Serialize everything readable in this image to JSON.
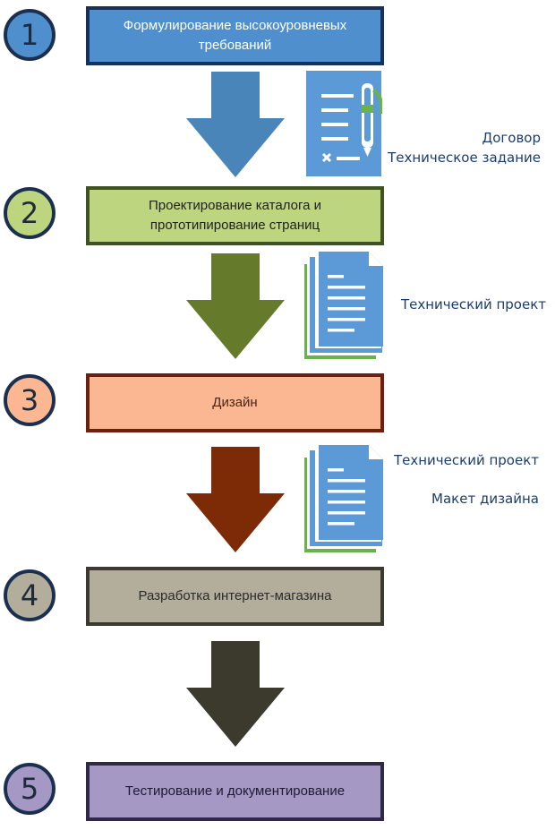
{
  "steps": [
    {
      "number": "1",
      "title": "Формулирование высокоуровневых требований",
      "fill": "#4f8fce",
      "border": "#16325c",
      "circle_fill": "#4f8fce",
      "text_color": "#ffffff"
    },
    {
      "number": "2",
      "title": "Проектирование каталога и прототипирование страниц",
      "fill": "#bcd57e",
      "border": "#3e5222",
      "circle_fill": "#bcd57e",
      "text_color": "#222222"
    },
    {
      "number": "3",
      "title": "Дизайн",
      "fill": "#fbb791",
      "border": "#6b2010",
      "circle_fill": "#fbb791",
      "text_color": "#4a2518"
    },
    {
      "number": "4",
      "title": "Разработка интернет-магазина",
      "fill": "#b2ae9b",
      "border": "#3c3a30",
      "circle_fill": "#b2ae9b",
      "text_color": "#2b2b2b"
    },
    {
      "number": "5",
      "title": "Тестирование и документирование",
      "fill": "#a598c5",
      "border": "#2f2846",
      "circle_fill": "#a598c5",
      "text_color": "#1f1a30"
    }
  ],
  "arrows": [
    {
      "color": "#4a85b9"
    },
    {
      "color": "#667a2b"
    },
    {
      "color": "#7d2a06"
    },
    {
      "color": "#3c3a2c"
    }
  ],
  "deliverables": [
    {
      "icon": "contract-document-icon",
      "lines": [
        "Договор",
        "Техническое задание"
      ]
    },
    {
      "icon": "document-stack-icon",
      "lines": [
        "Технический проект"
      ]
    },
    {
      "icon": "document-stack-icon",
      "lines": [
        "Технический проект",
        "Макет дизайна"
      ]
    }
  ]
}
